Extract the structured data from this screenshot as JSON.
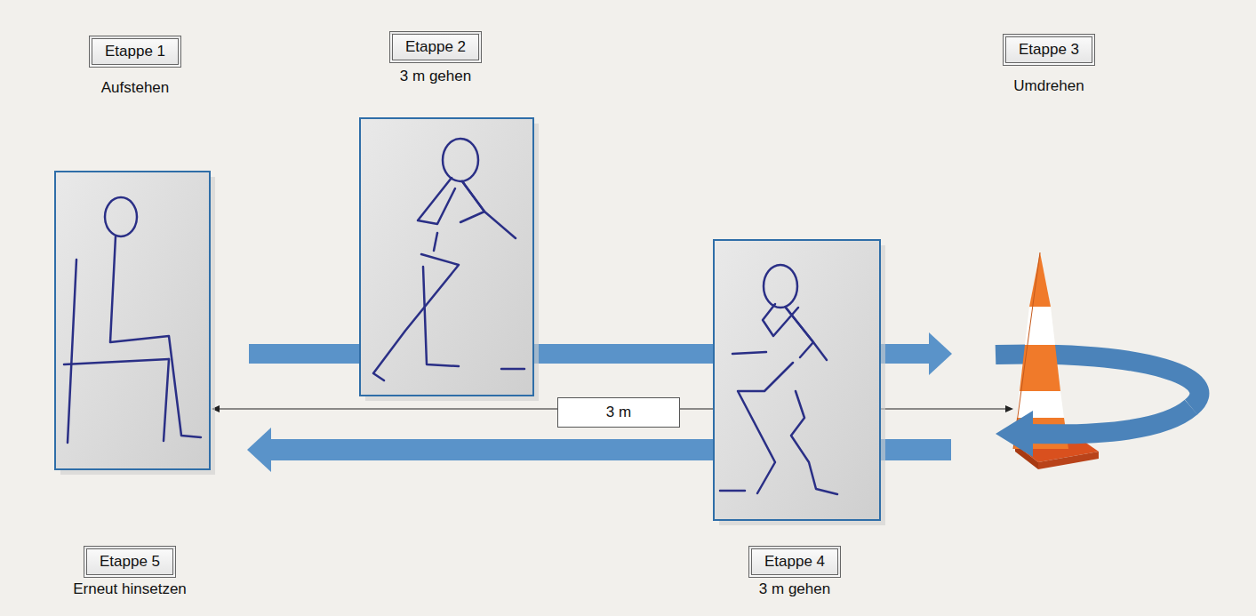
{
  "diagram": {
    "nodes": [
      {
        "text": [
          "Etappe 1",
          "Aufstehen"
        ]
      },
      {
        "text": [
          "Etappe 2",
          "3 m gehen"
        ]
      },
      {
        "text": [
          "Etappe 3",
          "Umdrehen"
        ]
      },
      {
        "text": [
          "3 m"
        ]
      },
      {
        "text": [
          "Etappe 5",
          "Erneut hinsetzen"
        ]
      },
      {
        "text": [
          "Etappe 4",
          "3 m gehen"
        ]
      }
    ]
  }
}
